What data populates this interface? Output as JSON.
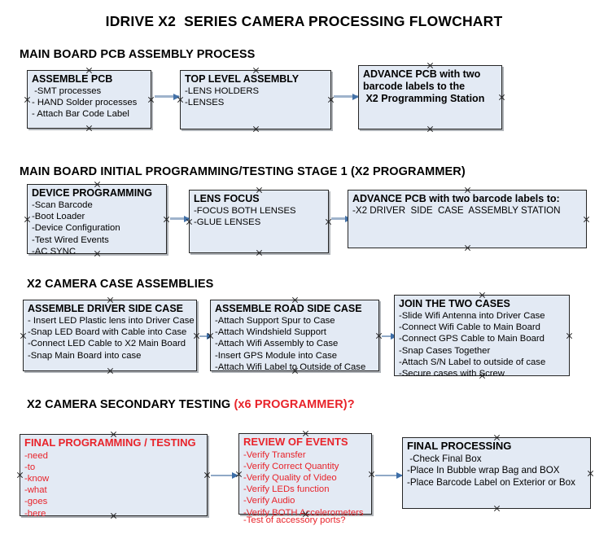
{
  "document": {
    "title": "IDRIVE X2  SERIES CAMERA PROCESSING FLOWCHART"
  },
  "accent_colors": {
    "red": "#e8232a",
    "box_fill": "#e3eaf4",
    "box_border": "#262626",
    "connector": "#9fb3cc",
    "arrowhead": "#4472a8"
  },
  "sections": [
    {
      "heading": "MAIN BOARD PCB ASSEMBLY PROCESS",
      "heading_accent": "",
      "nodes": [
        {
          "title": "ASSEMBLE PCB",
          "lines": [
            " -SMT processes",
            "- HAND Solder processes",
            "- Attach Bar Code Label"
          ]
        },
        {
          "title": "TOP LEVEL ASSEMBLY",
          "lines": [
            "-LENS HOLDERS",
            "-LENSES"
          ]
        },
        {
          "title": "ADVANCE PCB with two",
          "lines": [
            "barcode labels to the",
            " X2 Programming Station"
          ]
        }
      ]
    },
    {
      "heading": "MAIN BOARD INITIAL PROGRAMMING/TESTING STAGE 1 (X2 PROGRAMMER)",
      "heading_accent": "",
      "nodes": [
        {
          "title": "DEVICE PROGRAMMING",
          "lines": [
            "-Scan Barcode",
            "-Boot Loader",
            "-Device Configuration",
            "-Test Wired Events",
            "-AC SYNC"
          ]
        },
        {
          "title": "LENS FOCUS",
          "lines": [
            "-FOCUS BOTH LENSES",
            "-GLUE LENSES"
          ]
        },
        {
          "title": "ADVANCE PCB with two barcode labels to:",
          "lines": [
            "-X2 DRIVER  SIDE  CASE  ASSEMBLY STATION"
          ]
        }
      ]
    },
    {
      "heading": "X2 CAMERA CASE ASSEMBLIES",
      "heading_accent": "",
      "nodes": [
        {
          "title": "ASSEMBLE DRIVER SIDE CASE",
          "lines": [
            "- Insert LED Plastic lens into Driver Case",
            "-Snap LED Board with Cable into Case",
            "-Connect LED Cable to X2 Main Board",
            "-Snap Main Board into case"
          ]
        },
        {
          "title": "ASSEMBLE ROAD SIDE CASE",
          "lines": [
            "-Attach Support Spur to Case",
            "-Attach Windshield Support",
            "-Attach Wifi Assembly to Case",
            "-Insert GPS Module into Case",
            "-Attach Wifi Label to Outside of Case"
          ]
        },
        {
          "title": "JOIN THE TWO CASES",
          "lines": [
            "-Slide Wifi Antenna into Driver Case",
            "-Connect Wifi Cable to Main Board",
            "-Connect GPS Cable to Main Board",
            "-Snap Cases Together",
            "-Attach S/N Label to outside of case",
            "-Secure cases with Screw"
          ]
        }
      ]
    },
    {
      "heading": "X2 CAMERA SECONDARY TESTING ",
      "heading_accent": "(x6 PROGRAMMER)?",
      "nodes": [
        {
          "title": "FINAL PROGRAMMING / TESTING",
          "lines": [
            "-need",
            "-to",
            "-know",
            "-what",
            "-goes",
            "-here"
          ]
        },
        {
          "title": "REVIEW OF EVENTS",
          "lines": [
            "-Verify Transfer",
            "-Verify Correct Quantity",
            "-Verify Quality of Video",
            "-Verify LEDs function",
            "-Verify Audio",
            "-Verify BOTH Accelerometers"
          ],
          "overflow_line": "-Test of accessory ports?"
        },
        {
          "title": "FINAL PROCESSING",
          "lines": [
            " -Check Final Box",
            "-Place In Bubble wrap Bag and BOX",
            "-Place Barcode Label on Exterior or Box"
          ]
        }
      ]
    }
  ]
}
